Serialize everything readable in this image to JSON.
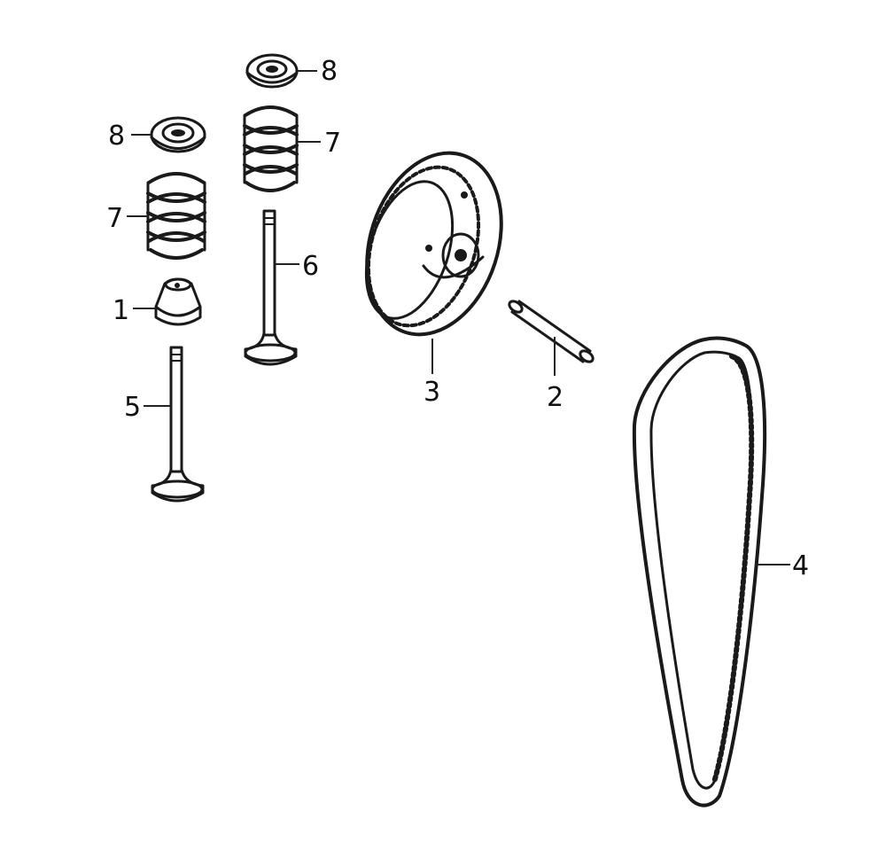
{
  "diagram": {
    "callouts": [
      {
        "id": "c8a",
        "label": "8"
      },
      {
        "id": "c8b",
        "label": "8"
      },
      {
        "id": "c7a",
        "label": "7"
      },
      {
        "id": "c7b",
        "label": "7"
      },
      {
        "id": "c1",
        "label": "1"
      },
      {
        "id": "c5",
        "label": "5"
      },
      {
        "id": "c6",
        "label": "6"
      },
      {
        "id": "c3",
        "label": "3"
      },
      {
        "id": "c2",
        "label": "2"
      },
      {
        "id": "c4",
        "label": "4"
      }
    ],
    "colors": {
      "ink": "#1a1a1a",
      "background": "#ffffff"
    }
  }
}
